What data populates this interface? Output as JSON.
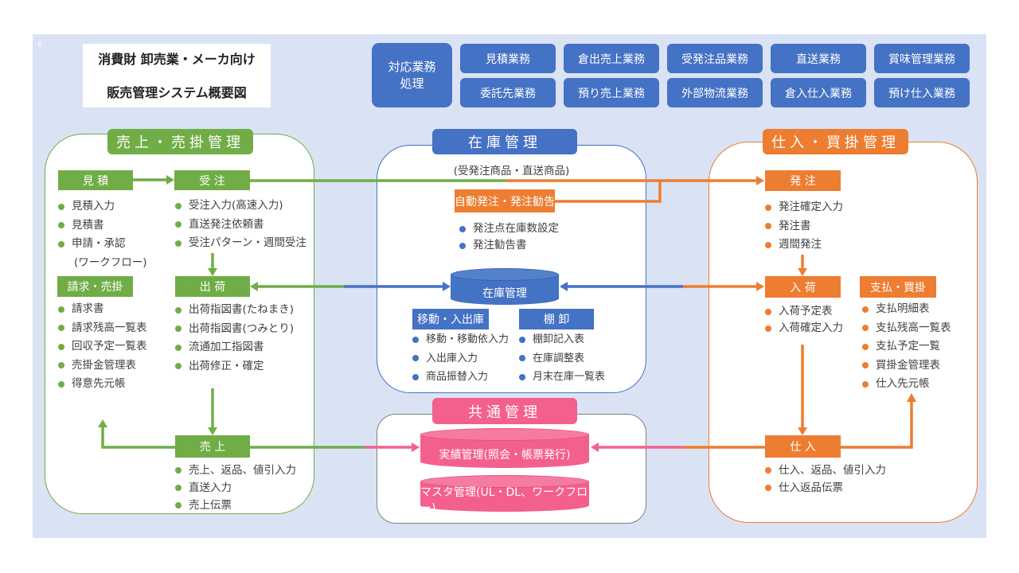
{
  "colors": {
    "background": "#dae3f3",
    "sales": "#70ad47",
    "inventory": "#4472c4",
    "purchase": "#ed7d31",
    "common": "#f4608e",
    "text": "#404040"
  },
  "corner_mark": "S",
  "title": {
    "line1": "消費財 卸売業・メーカ向け",
    "line2": "販売管理システム概要図"
  },
  "supported_operations": {
    "label_line1": "対応業務",
    "label_line2": "処理",
    "items": [
      "見積業務",
      "倉出売上業務",
      "受発注品業務",
      "直送業務",
      "賞味管理業務",
      "委託先業務",
      "預り売上業務",
      "外部物流業務",
      "倉入仕入業務",
      "預け仕入業務"
    ]
  },
  "sales": {
    "title": "売上・売掛管理",
    "estimate": {
      "label": "見 積",
      "items": [
        "見積入力",
        "見積書",
        "申請・承認"
      ],
      "continuation": "(ワークフロー)"
    },
    "order": {
      "label": "受 注",
      "items": [
        "受注入力(高速入力)",
        "直送発注依頼書",
        "受注パターン・週間受注"
      ]
    },
    "billing": {
      "label": "請求・売掛",
      "items": [
        "請求書",
        "請求残高一覧表",
        "回収予定一覧表",
        "売掛金管理表",
        "得意先元帳"
      ]
    },
    "shipping": {
      "label": "出 荷",
      "items": [
        "出荷指図書(たねまき)",
        "出荷指図書(つみとり)",
        "流通加工指図書",
        "出荷修正・確定"
      ]
    },
    "sales_entry": {
      "label": "売 上",
      "items": [
        "売上、返品、値引入力",
        "直送入力",
        "売上伝票"
      ]
    }
  },
  "inventory": {
    "title": "在庫管理",
    "subtitle": "(受発注商品・直送商品)",
    "auto_order": {
      "label": "自動発注・発注勧告",
      "items": [
        "発注点在庫数設定",
        "発注勧告書"
      ]
    },
    "db_label": "在庫管理",
    "movement": {
      "label": "移動・入出庫",
      "items": [
        "移動・移動依入力",
        "入出庫入力",
        "商品振替入力"
      ]
    },
    "stocktake": {
      "label": "棚 卸",
      "items": [
        "棚卸記入表",
        "在庫調整表",
        "月末在庫一覧表"
      ]
    }
  },
  "common": {
    "title": "共通管理",
    "results_db": "実績管理(照会・帳票発行)",
    "master_db": "マスタ管理(UL・DL、ワークフロー)"
  },
  "purchase": {
    "title": "仕入・買掛管理",
    "order": {
      "label": "発 注",
      "items": [
        "発注確定入力",
        "発注書",
        "週間発注"
      ]
    },
    "receiving": {
      "label": "入 荷",
      "items": [
        "入荷予定表",
        "入荷確定入力"
      ]
    },
    "payment": {
      "label": "支払・買掛",
      "items": [
        "支払明細表",
        "支払残高一覧表",
        "支払予定一覧",
        "買掛金管理表",
        "仕入先元帳"
      ]
    },
    "purchase_entry": {
      "label": "仕 入",
      "items": [
        "仕入、返品、値引入力",
        "仕入返品伝票"
      ]
    }
  },
  "flows": [
    {
      "from": "見積",
      "to": "受注"
    },
    {
      "from": "受注",
      "to": "発注"
    },
    {
      "from": "自動発注・発注勧告",
      "to": "発注"
    },
    {
      "from": "受注",
      "to": "出荷"
    },
    {
      "from": "出荷",
      "to": "売上"
    },
    {
      "from": "売上",
      "to": "請求・売掛"
    },
    {
      "from": "売上",
      "to": "実績管理"
    },
    {
      "from": "在庫管理",
      "to": "出荷"
    },
    {
      "from": "出荷",
      "to": "在庫管理"
    },
    {
      "from": "入荷",
      "to": "在庫管理"
    },
    {
      "from": "在庫管理",
      "to": "入荷"
    },
    {
      "from": "発注",
      "to": "入荷"
    },
    {
      "from": "入荷",
      "to": "仕入"
    },
    {
      "from": "仕入",
      "to": "支払・買掛"
    },
    {
      "from": "仕入",
      "to": "実績管理"
    }
  ]
}
